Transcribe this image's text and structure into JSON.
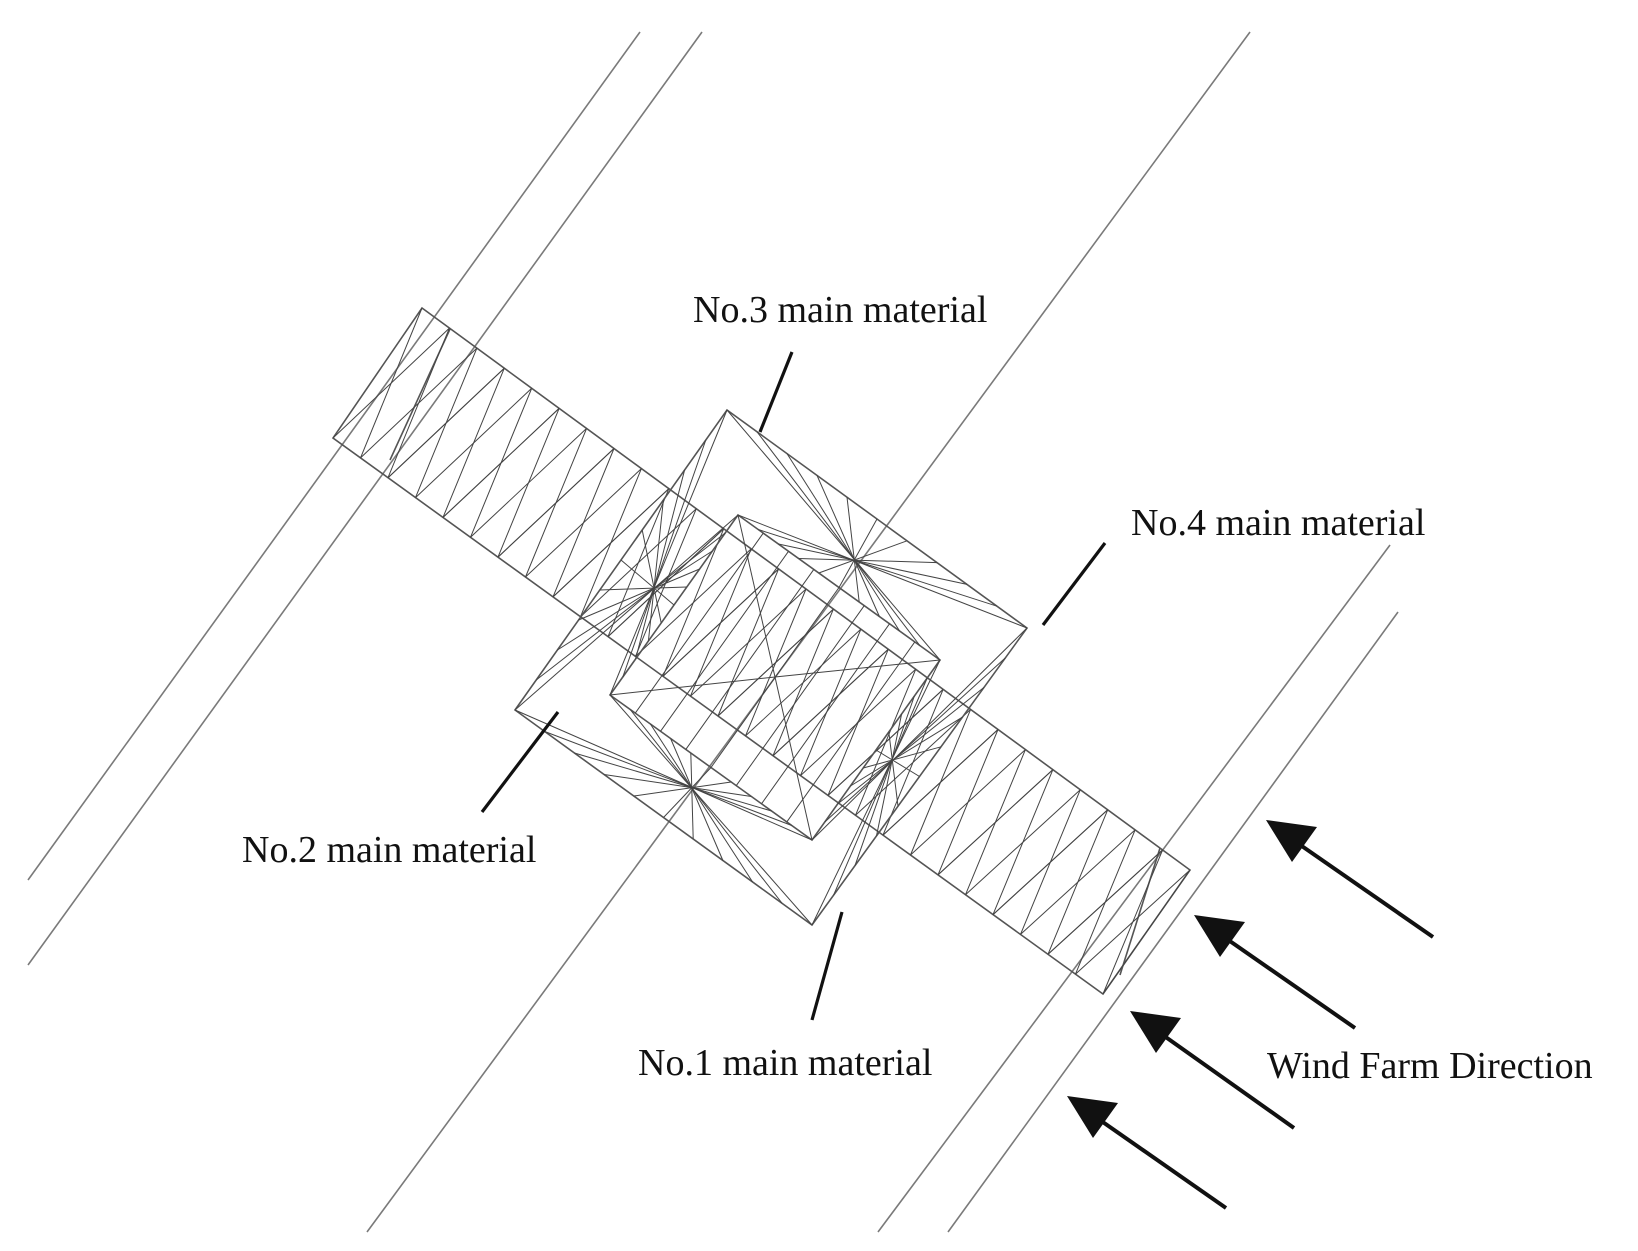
{
  "labels": {
    "no3": "No.3 main material",
    "no4": "No.4 main material",
    "no2": "No.2 main material",
    "no1": "No.1 main material",
    "wind": "Wind Farm Direction"
  },
  "colors": {
    "line": "#444444",
    "guide": "#7a7a7a",
    "text": "#111111"
  }
}
